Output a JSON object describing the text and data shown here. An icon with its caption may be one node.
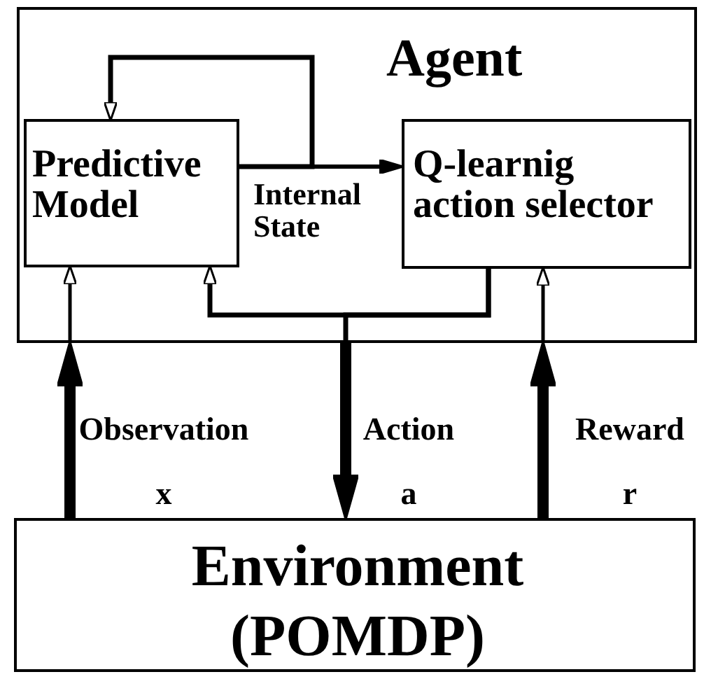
{
  "diagram": {
    "nodes": [
      {
        "text": [
          "Agent"
        ]
      },
      {
        "text": [
          "Predictive Model"
        ],
        "in": 0
      },
      {
        "text": [
          "Q-learnig action selector"
        ],
        "in": 0
      },
      {
        "text": [
          "Environment (POMDP)"
        ]
      }
    ],
    "edges": [
      {
        "from": 1,
        "to": 2,
        "arrow": "to",
        "label": "Internal State"
      },
      {
        "from": 1,
        "to": 1,
        "arrow": "to"
      },
      {
        "from": 2,
        "to": 1,
        "arrow": "to"
      },
      {
        "from": 2,
        "to": 0,
        "arrow": "none"
      },
      {
        "from": 0,
        "to": 3,
        "arrow": "to",
        "label": "Action a",
        "style": "thick"
      },
      {
        "from": 3,
        "to": 0,
        "arrow": "to",
        "label": "Observation x",
        "style": "thick"
      },
      {
        "from": 0,
        "to": 1,
        "arrow": "to"
      },
      {
        "from": 3,
        "to": 0,
        "arrow": "to",
        "label": "Reward r",
        "style": "thick"
      },
      {
        "from": 0,
        "to": 2,
        "arrow": "to"
      }
    ]
  }
}
